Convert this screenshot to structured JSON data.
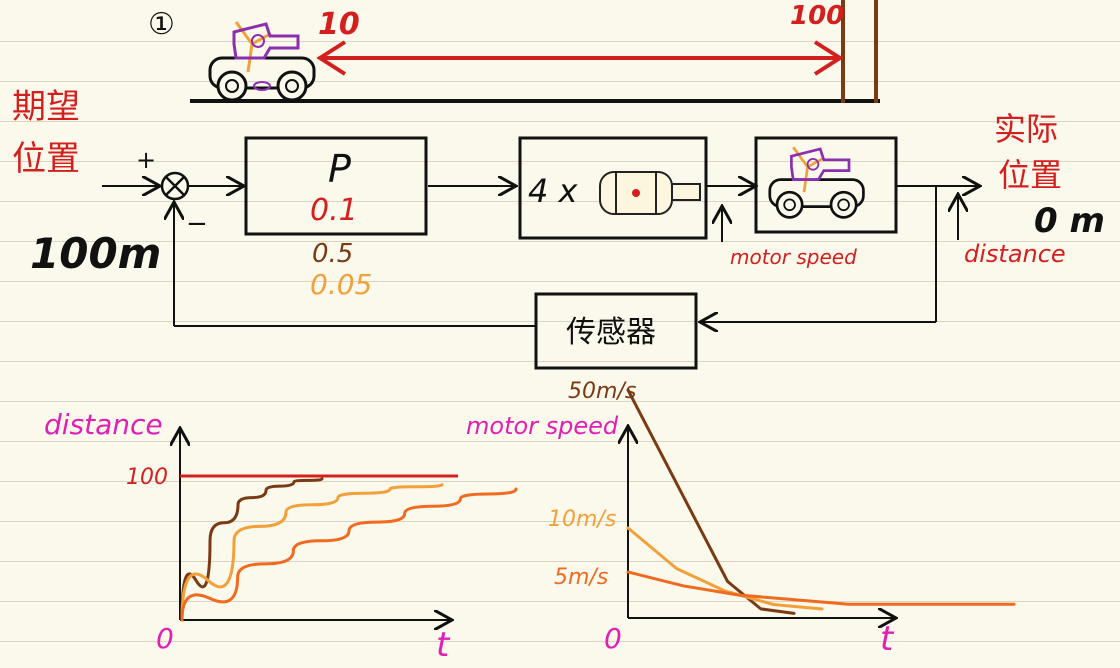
{
  "scene": {
    "step_marker": "①",
    "start_position": "10",
    "target_position": "100"
  },
  "block_diagram": {
    "setpoint_label": "期望位置",
    "setpoint_value": "100m",
    "plus_sign": "+",
    "minus_sign": "−",
    "controller_title": "P",
    "gains": [
      "0.1",
      "0.5",
      "0.05"
    ],
    "motor_gain": "4 x",
    "motor_speed_label": "motor speed",
    "output_label": "实际位置",
    "output_value": "0 m",
    "distance_label": "distance",
    "sensor_label": "传感器"
  },
  "colors": {
    "red": "#d41f1f",
    "brown": "#7a3b14",
    "orange": "#f2a13a",
    "deep_orange": "#f06a1f",
    "magenta": "#e01fb5",
    "black": "#111111",
    "purple": "#8b2fb0"
  },
  "chart_data": [
    {
      "type": "line",
      "ylabel": "distance",
      "xlabel": "t",
      "origin_label": "0",
      "ytick_label": "100",
      "target": 100,
      "series": [
        {
          "gain": "0.5",
          "color": "brown",
          "x": [
            0,
            1,
            2,
            3,
            4,
            5
          ],
          "y": [
            0,
            55,
            80,
            90,
            96,
            98
          ]
        },
        {
          "gain": "0.1",
          "color": "orange",
          "x": [
            0,
            2,
            4,
            6,
            8,
            10
          ],
          "y": [
            0,
            55,
            75,
            85,
            91,
            94
          ]
        },
        {
          "gain": "0.05",
          "color": "deep_orange",
          "x": [
            0,
            2,
            4,
            6,
            8,
            10,
            12
          ],
          "y": [
            0,
            30,
            48,
            62,
            74,
            84,
            91
          ]
        }
      ]
    },
    {
      "type": "line",
      "ylabel": "motor speed",
      "xlabel": "t",
      "origin_label": "0",
      "ytick_labels": [
        "50m/s",
        "10m/s",
        "5m/s"
      ],
      "series": [
        {
          "gain": "0.5",
          "color": "brown",
          "x": [
            0,
            1,
            2,
            3,
            4,
            5
          ],
          "y": [
            50,
            36,
            22,
            8,
            2,
            1
          ]
        },
        {
          "gain": "0.1",
          "color": "orange",
          "x": [
            0,
            2,
            4,
            6,
            8
          ],
          "y": [
            10,
            5.5,
            3,
            1.5,
            1
          ]
        },
        {
          "gain": "0.05",
          "color": "deep_orange",
          "x": [
            0,
            2,
            4,
            6,
            8,
            10,
            14
          ],
          "y": [
            5,
            3.5,
            2.5,
            2,
            1.5,
            1.5,
            1.5
          ]
        }
      ]
    }
  ]
}
